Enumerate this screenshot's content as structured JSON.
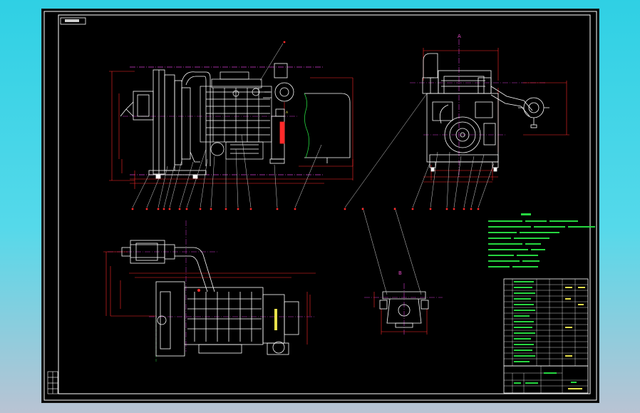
{
  "drawing": {
    "stamp": "",
    "view_a_label": "A",
    "view_b_label": "B",
    "section_a_label": "A",
    "title_block": {
      "drawing_name": "",
      "scale": "",
      "drawing_no": ""
    },
    "colors": {
      "background": "#000000",
      "outline": "#ffffff",
      "dimension": "#ff2a2a",
      "centerline": "#d23bd0",
      "hidden": "#26d640",
      "leader": "#d8d8d8",
      "frame": "#ffffff",
      "screen": "#2fd0e4"
    }
  }
}
